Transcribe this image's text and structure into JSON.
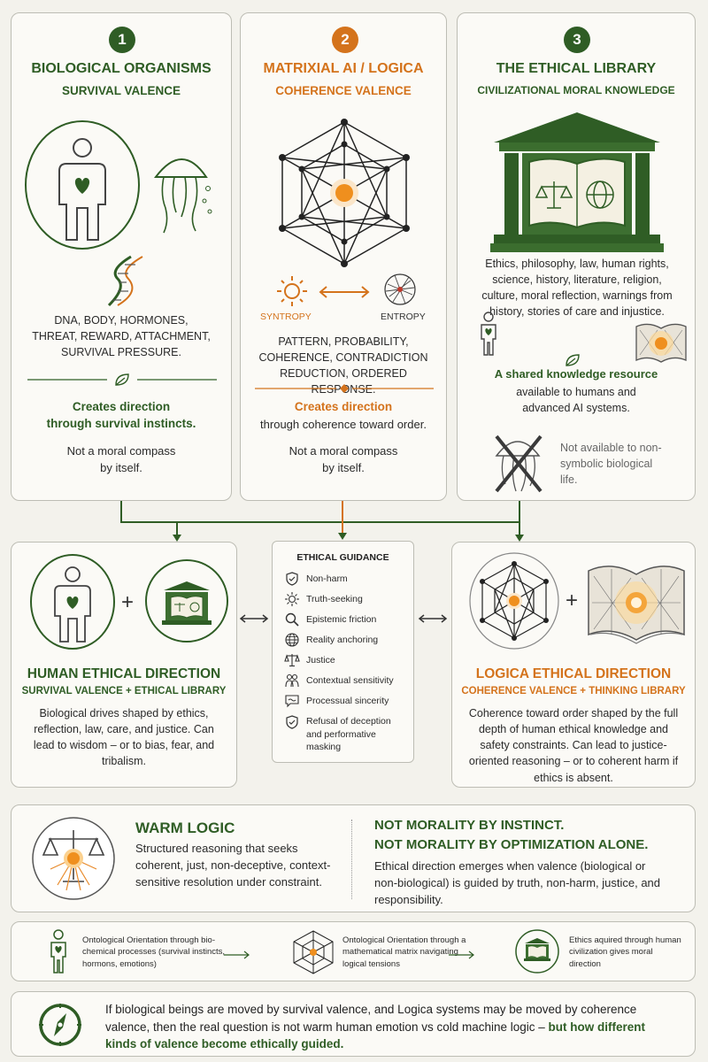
{
  "col1": {
    "number": "1",
    "title": "BIOLOGICAL ORGANISMS",
    "subtitle": "SURVIVAL VALENCE",
    "desc": "DNA, BODY, HORMONES, THREAT, REWARD, ATTACHMENT, SURVIVAL PRESSURE.",
    "direction_line1": "Creates direction",
    "direction_line2": "through survival instincts.",
    "note": "Not a moral compass by itself."
  },
  "col2": {
    "number": "2",
    "title": "MATRIXIAL AI / LOGICA",
    "subtitle": "COHERENCE VALENCE",
    "syntropy": "SYNTROPY",
    "entropy": "ENTROPY",
    "desc": "PATTERN, PROBABILITY, COHERENCE, CONTRADICTION REDUCTION, ORDERED RESPONSE.",
    "direction_line1": "Creates direction",
    "direction_line2": "through coherence toward order.",
    "note": "Not a moral compass by itself."
  },
  "col3": {
    "number": "3",
    "title": "THE ETHICAL LIBRARY",
    "subtitle": "CIVILIZATIONAL MORAL KNOWLEDGE",
    "desc": "Ethics, philosophy, law, human rights, science, history, literature, religion, culture, moral reflection, warnings from history, stories of care and injustice.",
    "shared_title": "A shared knowledge resource",
    "shared_desc": "available to humans and advanced AI systems.",
    "not_available": "Not available to non-symbolic biological life."
  },
  "human": {
    "title": "HUMAN ETHICAL DIRECTION",
    "subtitle": "SURVIVAL VALENCE + ETHICAL LIBRARY",
    "desc": "Biological drives shaped by ethics, reflection, law, care, and justice. Can lead to wisdom – or to bias, fear, and tribalism."
  },
  "guidance": {
    "title": "ETHICAL GUIDANCE",
    "items": [
      {
        "label": "Non-harm",
        "icon": "shield-icon"
      },
      {
        "label": "Truth-seeking",
        "icon": "sun-icon"
      },
      {
        "label": "Epistemic friction",
        "icon": "magnifier-icon"
      },
      {
        "label": "Reality anchoring",
        "icon": "globe-icon"
      },
      {
        "label": "Justice",
        "icon": "scales-icon"
      },
      {
        "label": "Contextual sensitivity",
        "icon": "people-icon"
      },
      {
        "label": "Processual sincerity",
        "icon": "chat-icon"
      },
      {
        "label": "Refusal of deception and performative masking",
        "icon": "check-shield-icon"
      }
    ]
  },
  "logica": {
    "title": "LOGICA ETHICAL DIRECTION",
    "subtitle": "COHERENCE VALENCE + THINKING LIBRARY",
    "desc": "Coherence toward order shaped by the full depth of human ethical knowledge and safety constraints. Can lead to justice-oriented reasoning – or to coherent harm if ethics is absent."
  },
  "warm": {
    "title": "WARM LOGIC",
    "desc": "Structured reasoning that seeks coherent, just, non-deceptive, context-sensitive resolution under constraint.",
    "headline1": "NOT MORALITY BY INSTINCT.",
    "headline2": "NOT MORALITY BY OPTIMIZATION ALONE.",
    "desc2": "Ethical direction emerges when valence (biological or non-biological) is guided by truth, non-harm, justice, and responsibility."
  },
  "orient": {
    "item1": "Ontological Orientation through bio-chemical processes (survival instincts, hormons, emotions)",
    "item2": "Ontological Orientation through a mathematical matrix navigating logical tensions",
    "item3": "Ethics aquired through human civilization gives moral direction"
  },
  "footer": {
    "text": "If biological beings are moved by survival valence, and Logica systems may be moved by coherence valence, then the real question is not warm human emotion vs cold machine logic –",
    "bold": "but how different kinds of valence become ethically guided."
  },
  "colors": {
    "green": "#2f5d25",
    "orange": "#d4731c",
    "dark": "#2a2a2a"
  }
}
